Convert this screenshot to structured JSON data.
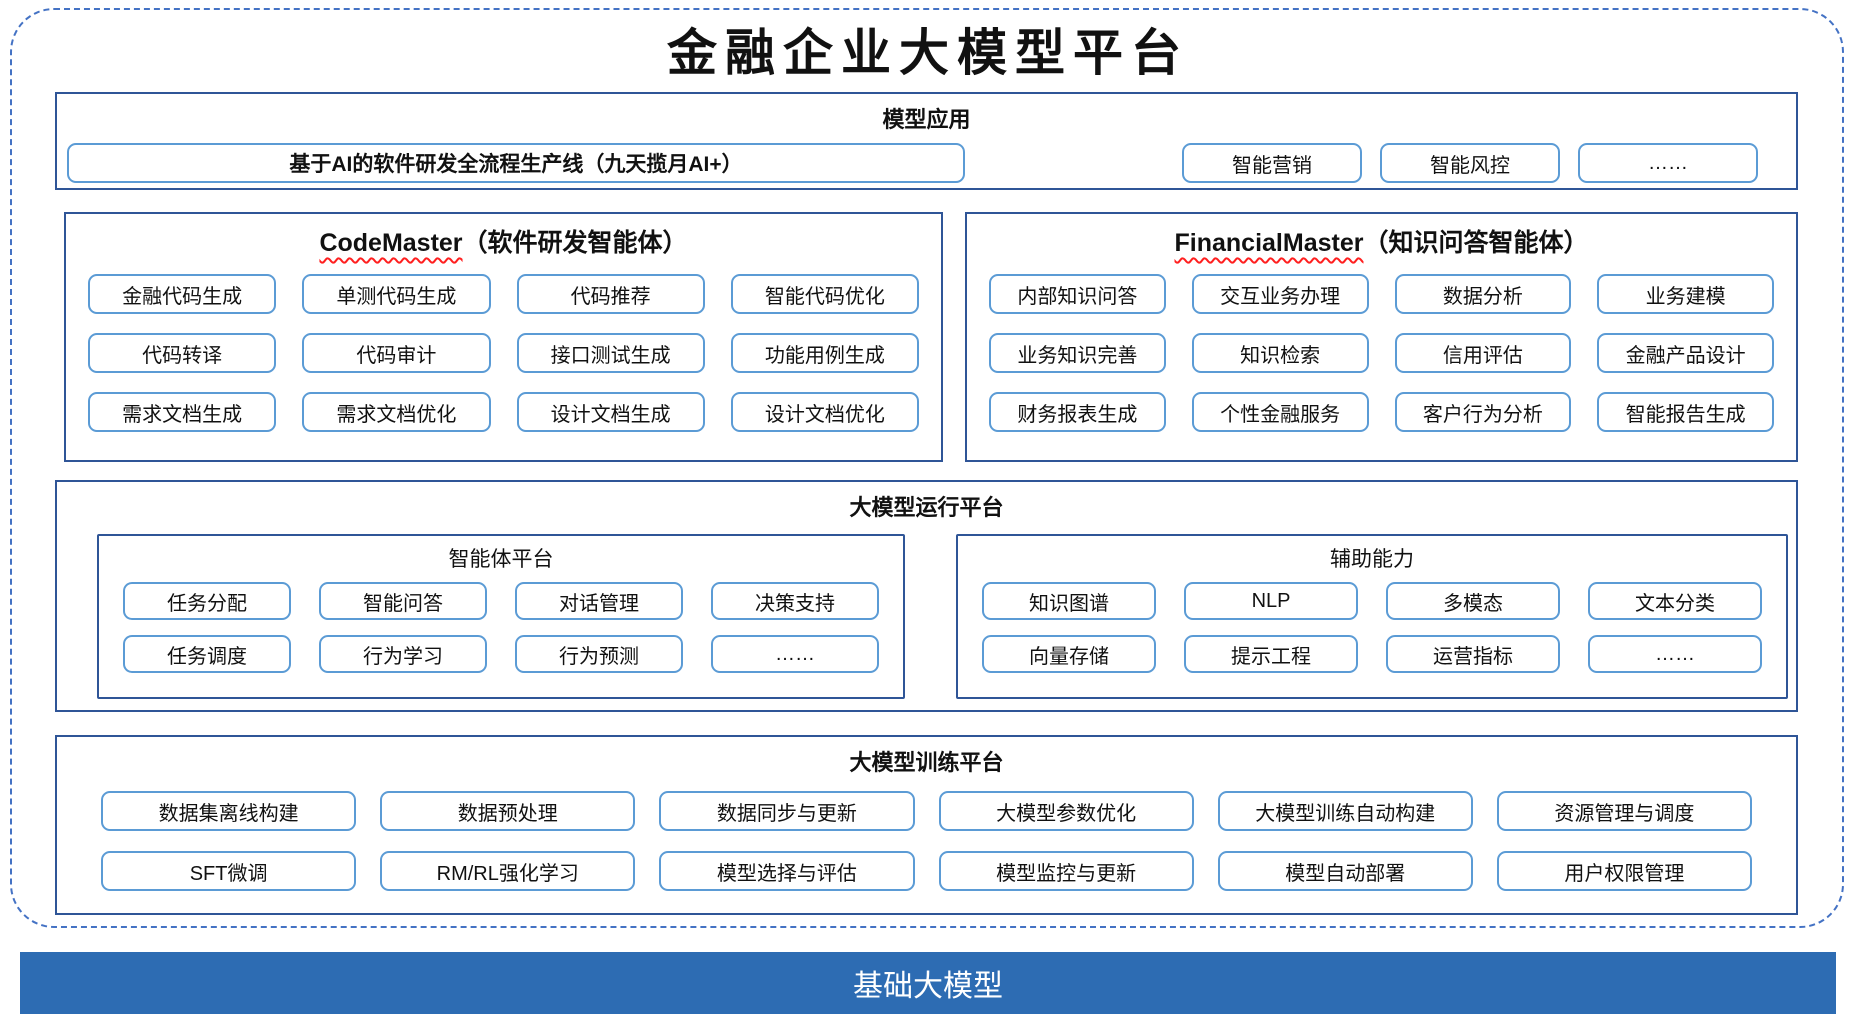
{
  "title": "金融企业大模型平台",
  "colors": {
    "frame-blue": "#4472c4",
    "section-border": "#2f5597",
    "item-border": "#5b9bd5",
    "foundation-bg": "#2d6cb3",
    "foundation-text": "#ffffff",
    "underline-red": "#ff1f1f",
    "text": "#111111"
  },
  "model_app": {
    "title": "模型应用",
    "main_box": "基于AI的软件研发全流程生产线（九天揽月AI+）",
    "boxes": [
      "智能营销",
      "智能风控",
      "……"
    ]
  },
  "code_master": {
    "name": "CodeMaster",
    "subtitle": "（软件研发智能体）",
    "items": [
      "金融代码生成",
      "单测代码生成",
      "代码推荐",
      "智能代码优化",
      "代码转译",
      "代码审计",
      "接口测试生成",
      "功能用例生成",
      "需求文档生成",
      "需求文档优化",
      "设计文档生成",
      "设计文档优化"
    ]
  },
  "financial_master": {
    "name": "FinancialMaster",
    "subtitle": "（知识问答智能体）",
    "items": [
      "内部知识问答",
      "交互业务办理",
      "数据分析",
      "业务建模",
      "业务知识完善",
      "知识检索",
      "信用评估",
      "金融产品设计",
      "财务报表生成",
      "个性金融服务",
      "客户行为分析",
      "智能报告生成"
    ]
  },
  "runtime": {
    "title": "大模型运行平台",
    "groups": [
      {
        "title": "智能体平台",
        "items": [
          "任务分配",
          "智能问答",
          "对话管理",
          "决策支持",
          "任务调度",
          "行为学习",
          "行为预测",
          "……"
        ]
      },
      {
        "title": "辅助能力",
        "items": [
          "知识图谱",
          "NLP",
          "多模态",
          "文本分类",
          "向量存储",
          "提示工程",
          "运营指标",
          "……"
        ]
      }
    ]
  },
  "training": {
    "title": "大模型训练平台",
    "items": [
      "数据集离线构建",
      "数据预处理",
      "数据同步与更新",
      "大模型参数优化",
      "大模型训练自动构建",
      "资源管理与调度",
      "SFT微调",
      "RM/RL强化学习",
      "模型选择与评估",
      "模型监控与更新",
      "模型自动部署",
      "用户权限管理"
    ]
  },
  "foundation": {
    "title": "基础大模型"
  }
}
